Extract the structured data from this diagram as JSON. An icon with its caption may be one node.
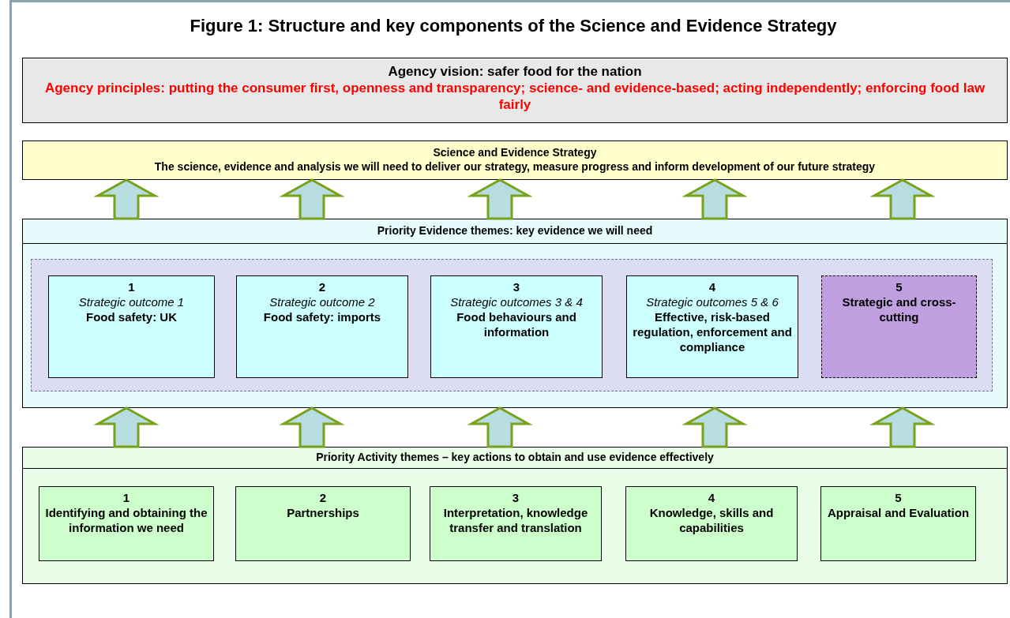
{
  "diagram": {
    "title": "Figure 1: Structure and key components of the Science and Evidence Strategy",
    "nodes": [
      {
        "text": [
          "Agency vision: safer food for the nation",
          "Agency principles: putting the consumer first, openness and transparency; science- and evidence-based; acting independently; enforcing food law fairly"
        ]
      },
      {
        "text": [
          "Science and Evidence Strategy",
          "The science, evidence and analysis we will need to deliver our strategy, measure progress and inform development of our future strategy"
        ]
      },
      {
        "text": [
          "Priority Evidence themes: key evidence we will need"
        ]
      },
      {
        "text": [],
        "shape": "box",
        "in": 2
      },
      {
        "text": [
          "1",
          "Strategic outcome 1",
          "Food safety: UK"
        ],
        "in": 3
      },
      {
        "text": [
          "2",
          "Strategic outcome 2",
          "Food safety: imports"
        ],
        "in": 3
      },
      {
        "text": [
          "3",
          "Strategic outcomes 3 & 4",
          "Food behaviours and information"
        ],
        "in": 3
      },
      {
        "text": [
          "4",
          "Strategic outcomes 5 & 6",
          "Effective, risk-based regulation, enforcement and compliance"
        ],
        "in": 3
      },
      {
        "text": [
          "5",
          "Strategic and cross-cutting"
        ],
        "in": 3
      },
      {
        "text": [
          "Priority Activity themes – key actions to obtain and use evidence effectively"
        ]
      },
      {
        "text": [
          "1",
          "Identifying and obtaining the information we need"
        ],
        "in": 9
      },
      {
        "text": [
          "2",
          "Partnerships"
        ],
        "in": 9
      },
      {
        "text": [
          "3",
          "Interpretation, knowledge transfer and translation"
        ],
        "in": 9
      },
      {
        "text": [
          "4",
          "Knowledge, skills and capabilities"
        ],
        "in": 9
      },
      {
        "text": [
          "5",
          "Appraisal and Evaluation"
        ],
        "in": 9
      }
    ],
    "edges": [
      {
        "from": 2,
        "to": 1,
        "arrow": "to"
      },
      {
        "from": 2,
        "to": 1,
        "arrow": "to"
      },
      {
        "from": 2,
        "to": 1,
        "arrow": "to"
      },
      {
        "from": 2,
        "to": 1,
        "arrow": "to"
      },
      {
        "from": 2,
        "to": 1,
        "arrow": "to"
      },
      {
        "from": 9,
        "to": 2,
        "arrow": "to"
      },
      {
        "from": 9,
        "to": 2,
        "arrow": "to"
      },
      {
        "from": 9,
        "to": 2,
        "arrow": "to"
      },
      {
        "from": 9,
        "to": 2,
        "arrow": "to"
      },
      {
        "from": 9,
        "to": 2,
        "arrow": "to"
      }
    ]
  }
}
